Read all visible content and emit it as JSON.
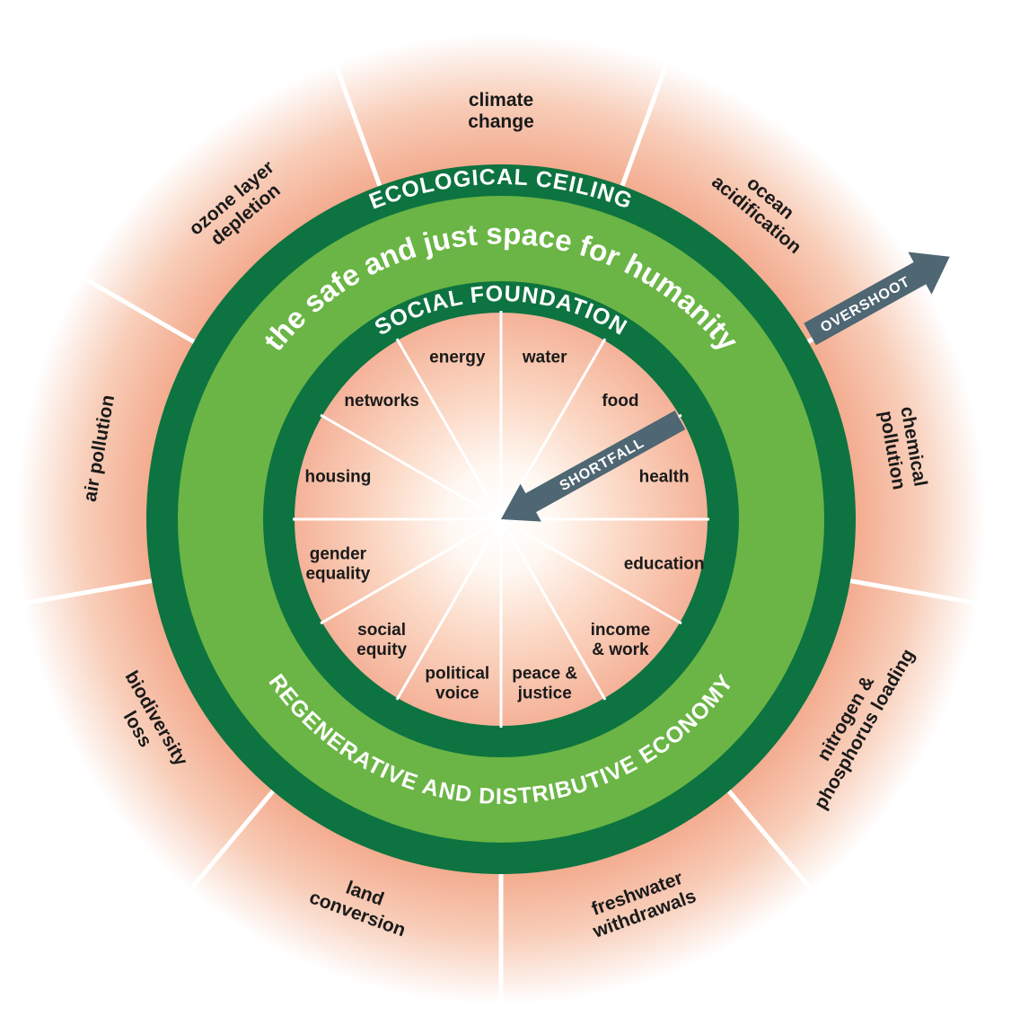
{
  "ring_labels": {
    "ecological_ceiling": "ECOLOGICAL CEILING",
    "social_foundation": "SOCIAL FOUNDATION",
    "safe_space": "the safe and just space for humanity",
    "economy": "REGENERATIVE AND DISTRIBUTIVE ECONOMY"
  },
  "arrows": {
    "overshoot": "OVERSHOOT",
    "shortfall": "SHORTFALL"
  },
  "outer_labels": [
    {
      "id": "climate-change",
      "lines": [
        "climate",
        "change"
      ]
    },
    {
      "id": "ocean-acidification",
      "lines": [
        "ocean",
        "acidification"
      ]
    },
    {
      "id": "chemical-pollution",
      "lines": [
        "chemical",
        "pollution"
      ]
    },
    {
      "id": "nitrogen-phosphorus",
      "lines": [
        "nitrogen &",
        "phosphorus loading"
      ]
    },
    {
      "id": "freshwater-withdrawals",
      "lines": [
        "freshwater",
        "withdrawals"
      ]
    },
    {
      "id": "land-conversion",
      "lines": [
        "land",
        "conversion"
      ]
    },
    {
      "id": "biodiversity-loss",
      "lines": [
        "biodiversity",
        "loss"
      ]
    },
    {
      "id": "air-pollution",
      "lines": [
        "air pollution"
      ]
    },
    {
      "id": "ozone-layer-depletion",
      "lines": [
        "ozone layer",
        "depletion"
      ]
    }
  ],
  "inner_labels": [
    {
      "id": "water",
      "lines": [
        "water"
      ]
    },
    {
      "id": "food",
      "lines": [
        "food"
      ]
    },
    {
      "id": "health",
      "lines": [
        "health"
      ]
    },
    {
      "id": "education",
      "lines": [
        "education"
      ]
    },
    {
      "id": "income-work",
      "lines": [
        "income",
        "& work"
      ]
    },
    {
      "id": "peace-justice",
      "lines": [
        "peace &",
        "justice"
      ]
    },
    {
      "id": "political-voice",
      "lines": [
        "political",
        "voice"
      ]
    },
    {
      "id": "social-equity",
      "lines": [
        "social",
        "equity"
      ]
    },
    {
      "id": "gender-equality",
      "lines": [
        "gender",
        "equality"
      ]
    },
    {
      "id": "housing",
      "lines": [
        "housing"
      ]
    },
    {
      "id": "networks",
      "lines": [
        "networks"
      ]
    },
    {
      "id": "energy",
      "lines": [
        "energy"
      ]
    }
  ],
  "colors": {
    "dark_green": "#0d7340",
    "light_green": "#6ab545",
    "salmon": "#f4b49a",
    "arrow": "#4f6673"
  }
}
